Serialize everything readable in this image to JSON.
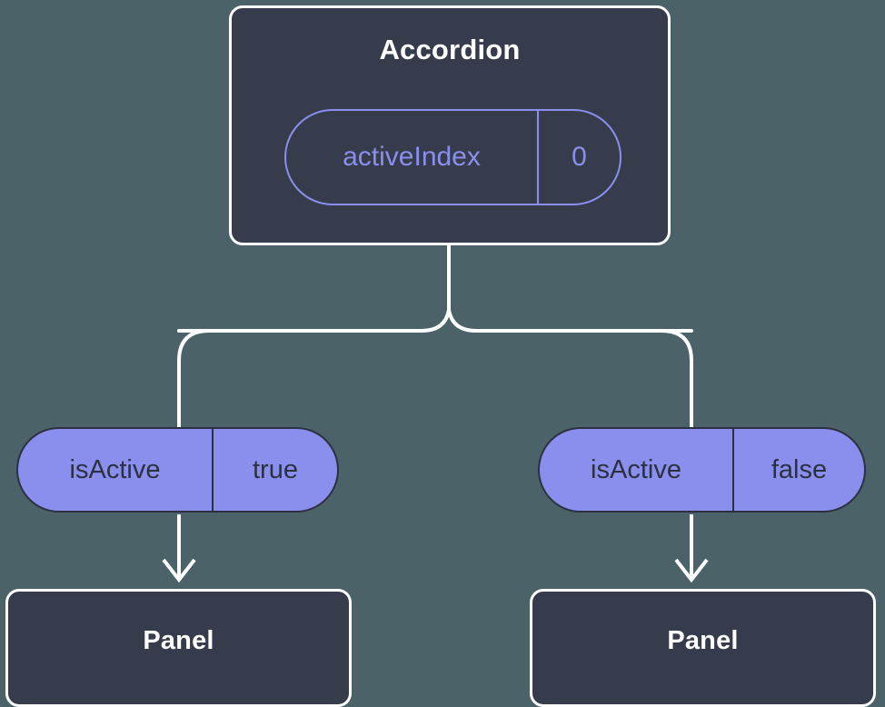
{
  "diagram": {
    "type": "component-state-tree",
    "background_color": "#4b6268",
    "root": {
      "title": "Accordion",
      "state_pill": {
        "key": "activeIndex",
        "value": "0",
        "style": "outlined",
        "accent_color": "#8a8fee"
      }
    },
    "branches": [
      {
        "prop_pill": {
          "key": "isActive",
          "value": "true",
          "style": "filled",
          "fill_color": "#8a8fee",
          "text_color": "#2b3140"
        },
        "child": {
          "title": "Panel"
        }
      },
      {
        "prop_pill": {
          "key": "isActive",
          "value": "false",
          "style": "filled",
          "fill_color": "#8a8fee",
          "text_color": "#2b3140"
        },
        "child": {
          "title": "Panel"
        }
      }
    ],
    "connectors": {
      "stroke_color": "#ffffff",
      "arrow_style": "chevron",
      "box_fill": "#363c4b"
    }
  }
}
